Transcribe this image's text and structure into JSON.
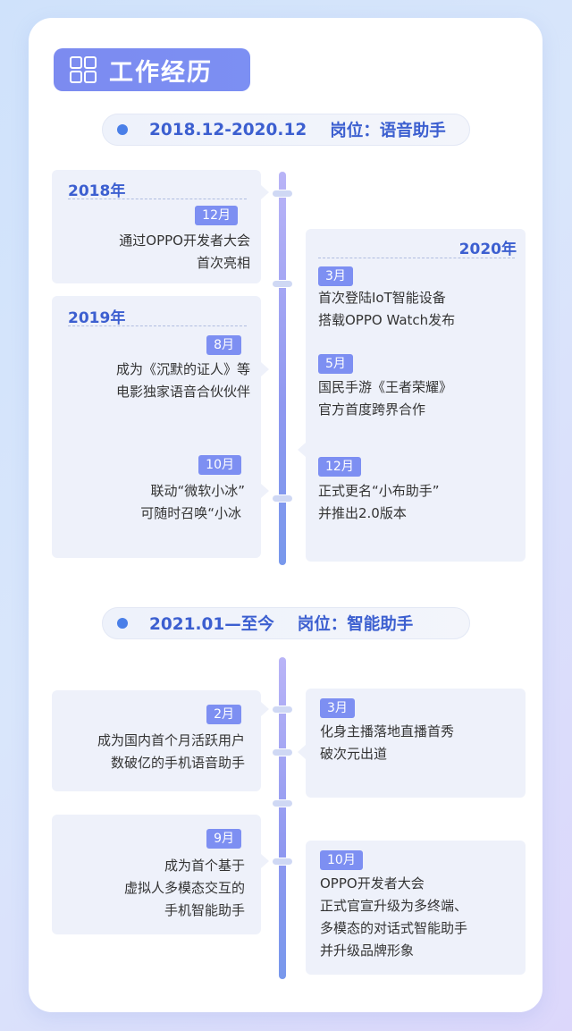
{
  "header": {
    "title": "工作经历",
    "icon": "grid-icon"
  },
  "sections": [
    {
      "period": "2018.12-2020.12",
      "position": "岗位：语音助手"
    },
    {
      "period": "2021.01—至今",
      "position": "岗位：智能助手"
    }
  ],
  "s1": {
    "y2018": {
      "year": "2018年",
      "month": "12月",
      "line1": "通过OPPO开发者大会",
      "line2": "首次亮相"
    },
    "y2019": {
      "year": "2019年",
      "e1": {
        "month": "8月",
        "line1": "成为《沉默的证人》等",
        "line2": "电影独家语音合伙伙伴"
      },
      "e2": {
        "month": "10月",
        "line1": "联动“微软小冰”",
        "line2": "可随时召唤“小冰"
      }
    },
    "y2020": {
      "year": "2020年",
      "e1": {
        "month": "3月",
        "line1": "首次登陆IoT智能设备",
        "line2": "搭载OPPO Watch发布"
      },
      "e2": {
        "month": "5月",
        "line1": "国民手游《王者荣耀》",
        "line2": "官方首度跨界合作"
      },
      "e3": {
        "month": "12月",
        "line1": "正式更名“小布助手”",
        "line2": "并推出2.0版本"
      }
    }
  },
  "s2": {
    "left1": {
      "month": "2月",
      "line1": "成为国内首个月活跃用户",
      "line2": "数破亿的手机语音助手"
    },
    "right1": {
      "month": "3月",
      "line1": "化身主播落地直播首秀",
      "line2": "破次元出道"
    },
    "left2": {
      "month": "9月",
      "line1": "成为首个基于",
      "line2": "虚拟人多模态交互的",
      "line3": "手机智能助手"
    },
    "right2": {
      "month": "10月",
      "line1": "OPPO开发者大会",
      "line2": "正式官宣升级为多终端、",
      "line3": "多模态的对话式智能助手",
      "line4": "并升级品牌形象"
    }
  },
  "colors": {
    "accent": "#7d8ff2",
    "title_blue": "#3c5fd0",
    "box_bg": "#eef1fa"
  }
}
